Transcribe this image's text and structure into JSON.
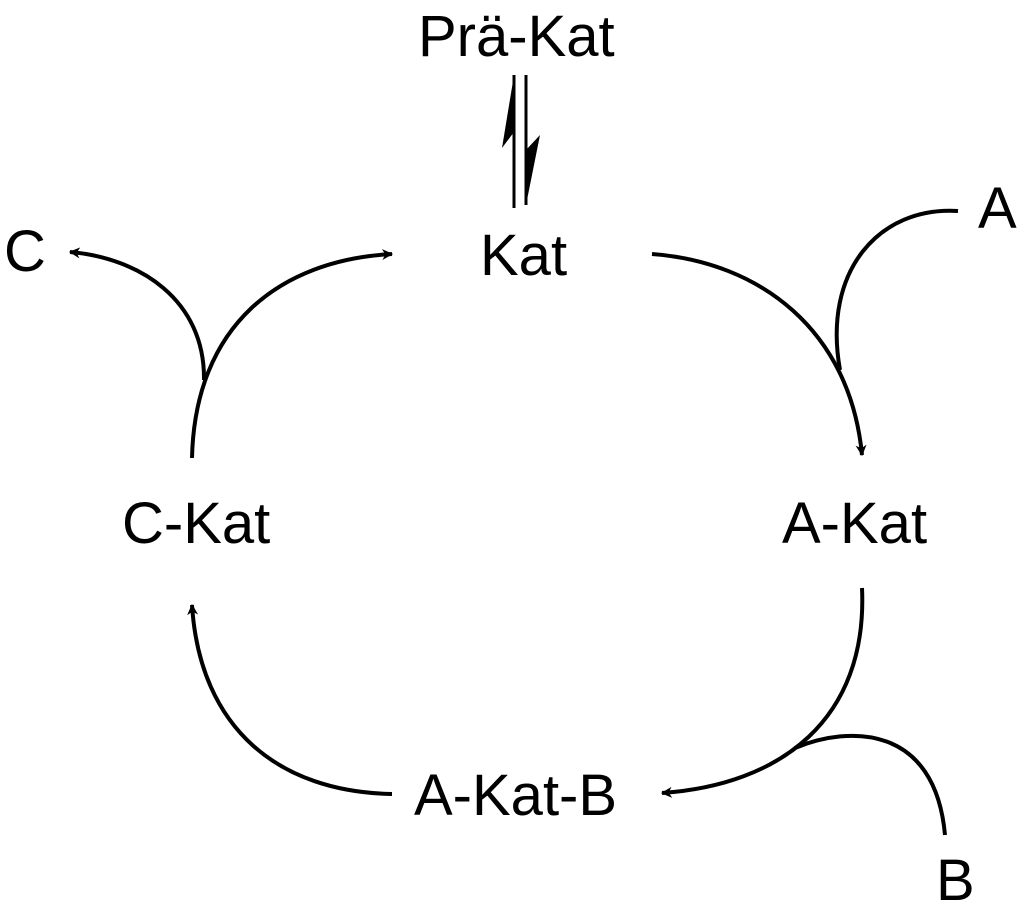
{
  "diagram": {
    "type": "catalytic-cycle",
    "species": {
      "prae_kat": "Prä-Kat",
      "kat": "Kat",
      "a_kat": "A-Kat",
      "a_kat_b": "A-Kat-B",
      "c_kat": "C-Kat"
    },
    "inputs": {
      "a": "A",
      "b": "B"
    },
    "outputs": {
      "c": "C"
    },
    "colors": {
      "stroke": "#000000",
      "background": "#ffffff"
    }
  }
}
